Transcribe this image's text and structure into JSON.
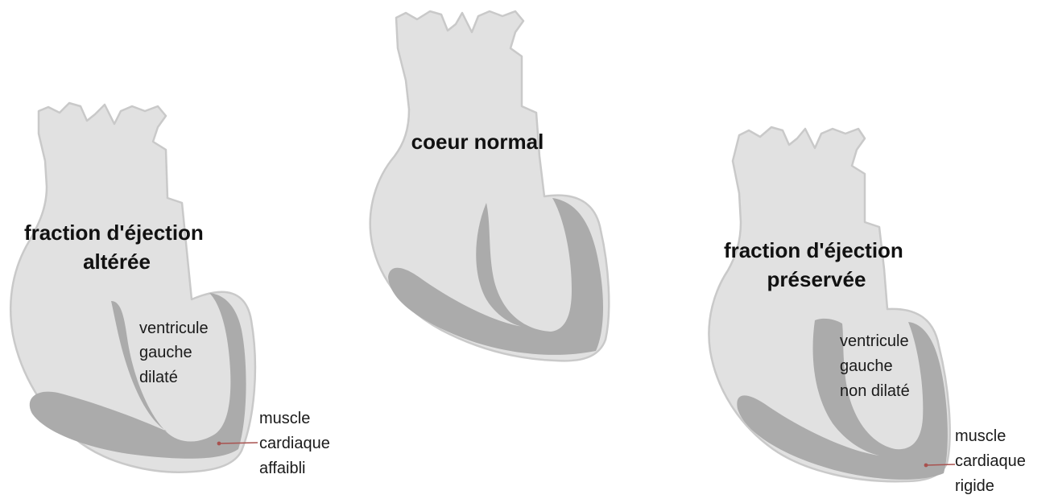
{
  "hearts": {
    "left": {
      "title": [
        "fraction d'éjection",
        "altérée"
      ],
      "ventricle_label": [
        "ventricule",
        "gauche",
        "dilaté"
      ],
      "muscle_label": [
        "muscle",
        "cardiaque",
        "affaibli"
      ]
    },
    "center": {
      "title": [
        "coeur normal"
      ]
    },
    "right": {
      "title": [
        "fraction d'éjection",
        "préservée"
      ],
      "ventricle_label": [
        "ventricule",
        "gauche",
        "non dilaté"
      ],
      "muscle_label": [
        "muscle",
        "cardiaque",
        "rigide"
      ]
    }
  },
  "colors": {
    "heart_fill": "#e1e1e1",
    "heart_outline": "#c9c9c9",
    "muscle_fill": "#ababab",
    "pointer": "#a8524f"
  }
}
